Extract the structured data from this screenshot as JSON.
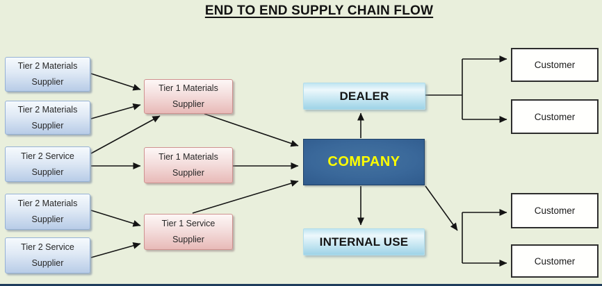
{
  "title": "END TO END SUPPLY CHAIN FLOW",
  "colors": {
    "background": "#e9efdc",
    "tier2_fill_top": "#f6fafd",
    "tier2_fill_bottom": "#b8cce7",
    "tier2_border": "#95b1d5",
    "tier1_fill_top": "#fdf7f6",
    "tier1_fill_bottom": "#e8bab8",
    "tier1_border": "#cf918f",
    "channel_fill_top": "#edf8fc",
    "channel_fill_bottom": "#9ed3e7",
    "hub_fill": "#35628f",
    "hub_text": "#ffff00",
    "customer_fill": "#ffffff",
    "customer_border": "#2d2d2d",
    "connector": "#141414",
    "slide_bottom_border": "#1e3c5c"
  },
  "nodes": {
    "tier2_1": {
      "label": "Tier 2 Materials\nSupplier"
    },
    "tier2_2": {
      "label": "Tier 2 Materials\nSupplier"
    },
    "tier2_3": {
      "label": "Tier 2 Service\nSupplier"
    },
    "tier2_4": {
      "label": "Tier 2 Materials\nSupplier"
    },
    "tier2_5": {
      "label": "Tier 2 Service\nSupplier"
    },
    "tier1_1": {
      "label": "Tier 1 Materials\nSupplier"
    },
    "tier1_2": {
      "label": "Tier 1 Materials\nSupplier"
    },
    "tier1_3": {
      "label": "Tier 1 Service\nSupplier"
    },
    "dealer": {
      "label": "DEALER"
    },
    "company": {
      "label": "COMPANY"
    },
    "internal_use": {
      "label": "INTERNAL USE"
    },
    "customer_1": {
      "label": "Customer"
    },
    "customer_2": {
      "label": "Customer"
    },
    "customer_3": {
      "label": "Customer"
    },
    "customer_4": {
      "label": "Customer"
    }
  },
  "edges": [
    {
      "name": "edge-tier2-1-to-tier1-1",
      "points": [
        [
          131,
          106
        ],
        [
          202,
          129
        ]
      ],
      "arrow": true
    },
    {
      "name": "edge-tier2-2-to-tier1-1",
      "points": [
        [
          131,
          171
        ],
        [
          202,
          151
        ]
      ],
      "arrow": true
    },
    {
      "name": "edge-tier2-3-to-tier1-1",
      "points": [
        [
          131,
          221
        ],
        [
          230,
          167
        ]
      ],
      "arrow": true
    },
    {
      "name": "edge-tier2-3-to-tier1-2",
      "points": [
        [
          131,
          239
        ],
        [
          202,
          239
        ]
      ],
      "arrow": true
    },
    {
      "name": "edge-tier2-4-to-tier1-3",
      "points": [
        [
          131,
          303
        ],
        [
          202,
          325
        ]
      ],
      "arrow": true
    },
    {
      "name": "edge-tier2-5-to-tier1-3",
      "points": [
        [
          131,
          371
        ],
        [
          202,
          351
        ]
      ],
      "arrow": true
    },
    {
      "name": "edge-tier1-1-to-company",
      "points": [
        [
          294,
          164
        ],
        [
          429,
          210
        ]
      ],
      "arrow": true
    },
    {
      "name": "edge-tier1-2-to-company",
      "points": [
        [
          335,
          239
        ],
        [
          429,
          239
        ]
      ],
      "arrow": true
    },
    {
      "name": "edge-tier1-3-to-company",
      "points": [
        [
          277,
          307
        ],
        [
          429,
          261
        ]
      ],
      "arrow": true
    },
    {
      "name": "edge-company-to-dealer",
      "points": [
        [
          519,
          199
        ],
        [
          519,
          163
        ]
      ],
      "arrow": true
    },
    {
      "name": "edge-company-to-internal-use",
      "points": [
        [
          519,
          268
        ],
        [
          519,
          324
        ]
      ],
      "arrow": true
    },
    {
      "name": "edge-dealer-feed",
      "points": [
        [
          612,
          137
        ],
        [
          665,
          137
        ]
      ],
      "arrow": false
    },
    {
      "name": "edge-dealer-branch",
      "points": [
        [
          665,
          85
        ],
        [
          665,
          172
        ]
      ],
      "arrow": false
    },
    {
      "name": "edge-branch-to-customer-1",
      "points": [
        [
          665,
          85
        ],
        [
          729,
          85
        ]
      ],
      "arrow": true
    },
    {
      "name": "edge-branch-to-customer-2",
      "points": [
        [
          665,
          172
        ],
        [
          729,
          172
        ]
      ],
      "arrow": true
    },
    {
      "name": "edge-company-to-branch",
      "points": [
        [
          612,
          268
        ],
        [
          658,
          332
        ]
      ],
      "arrow": true
    },
    {
      "name": "edge-company-branch",
      "points": [
        [
          665,
          306
        ],
        [
          665,
          379
        ]
      ],
      "arrow": false
    },
    {
      "name": "edge-branch-to-customer-3",
      "points": [
        [
          665,
          306
        ],
        [
          729,
          306
        ]
      ],
      "arrow": true
    },
    {
      "name": "edge-branch-to-customer-4",
      "points": [
        [
          665,
          379
        ],
        [
          729,
          379
        ]
      ],
      "arrow": true
    }
  ]
}
